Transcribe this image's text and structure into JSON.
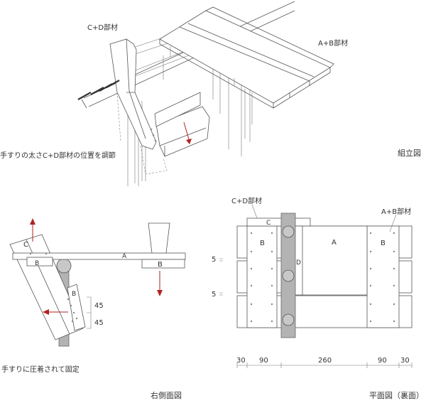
{
  "assembly": {
    "label_cd": "C+D部材",
    "label_ab": "A+B部材",
    "note_adjust": "手すりの太さC+D部材の位置を調節",
    "caption": "組立図"
  },
  "side_view": {
    "label_a": "A",
    "label_b_top": "B",
    "label_b_right": "B",
    "label_b_lower": "B",
    "label_c": "C",
    "dim_45_upper": "45",
    "dim_45_lower": "45",
    "note": "手すりに圧着されて固定",
    "caption": "右側面図"
  },
  "plan_view": {
    "label_cd": "C+D部材",
    "label_ab": "A+B部材",
    "label_c": "C",
    "label_b_left": "B",
    "label_a": "A",
    "label_d": "D",
    "label_b_right": "B",
    "gap_upper": "5",
    "gap_lower": "5",
    "dims": [
      "30",
      "90",
      "260",
      "90",
      "30"
    ],
    "caption": "平面図（裏面）"
  },
  "colors": {
    "line": "#555555",
    "pipe": "#b3b3b3",
    "arrow": "#b22222"
  }
}
